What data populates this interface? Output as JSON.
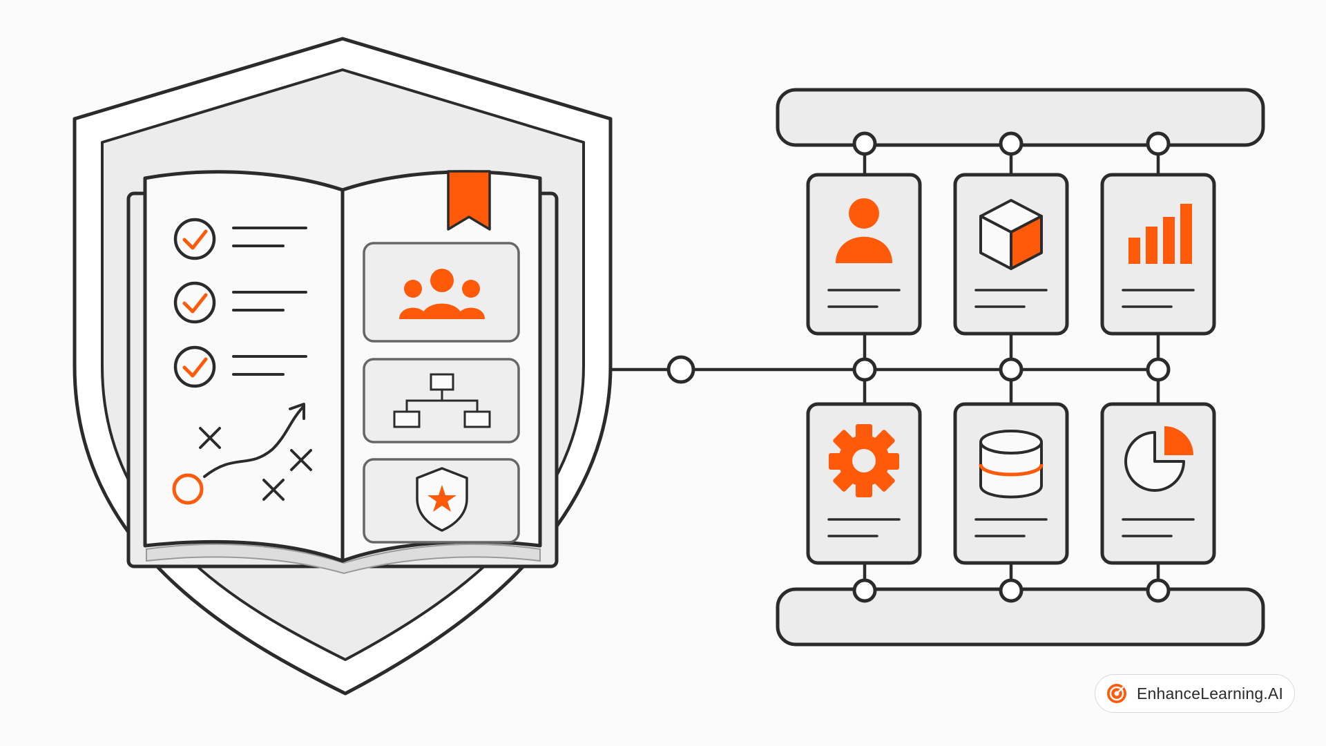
{
  "colors": {
    "accent": "#ff5a0a",
    "stroke": "#2b2b2b",
    "panel_fill": "#ececec",
    "background": "#fbfbfb"
  },
  "playbook": {
    "checklist_items": 3,
    "strategy_marks": [
      "x-mark",
      "x-mark",
      "x-mark",
      "start-circle",
      "path-arrow"
    ],
    "right_page_cards": [
      {
        "icon": "team-icon"
      },
      {
        "icon": "org-chart-icon"
      },
      {
        "icon": "shield-star-icon"
      }
    ],
    "bookmark": "bookmark-icon"
  },
  "modules": {
    "row_top": [
      {
        "icon": "user-icon"
      },
      {
        "icon": "cube-icon"
      },
      {
        "icon": "bar-chart-icon"
      }
    ],
    "row_bottom": [
      {
        "icon": "gear-icon"
      },
      {
        "icon": "database-icon"
      },
      {
        "icon": "pie-chart-icon"
      }
    ]
  },
  "brand": {
    "logo": "target-logo-icon",
    "name": "EnhanceLearning.AI"
  }
}
